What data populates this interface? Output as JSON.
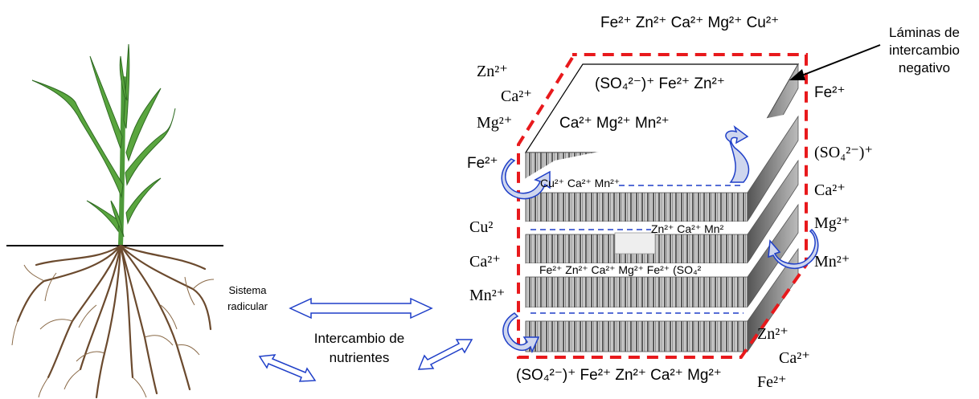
{
  "ions": {
    "top_row": "Fe²⁺ Zn²⁺ Ca²⁺ Mg²⁺ Cu²⁺",
    "left_zn": "Zn²⁺",
    "left_ca": "Ca²⁺",
    "left_mg": "Mg²⁺",
    "left_fe": "Fe²⁺",
    "left_cu": "Cu²",
    "left_ca2": "Ca²⁺",
    "left_mn": "Mn²⁺",
    "top_face_row1": "(SO₄²⁻)⁺   Fe²⁺    Zn²⁺",
    "top_face_row2": "Ca²⁺    Mg²⁺    Mn²⁺",
    "right_fe": "Fe²⁺",
    "right_so4": "(SO₄²⁻)⁺",
    "right_ca": "Ca²⁺",
    "right_mg": "Mg²⁺",
    "right_mn": "Mn²⁺",
    "right_zn": "Zn²⁺",
    "right_ca2": "Ca²⁺",
    "right_fe2": "Fe²⁺",
    "gap1": "Cu²⁺ Ca²⁺ Mn²⁺",
    "gap2": "Zn²⁺ Ca²⁺ Mn²",
    "gap3": "Fe²⁺ Zn²⁺ Ca²⁺ Mg²⁺ Fe²⁺ (SO₄²",
    "bottom_row": "(SO₄²⁻)⁺ Fe²⁺  Zn²⁺ Ca²⁺ Mg²⁺"
  },
  "labels": {
    "laminas_line1": "Láminas de",
    "laminas_line2": "intercambio",
    "laminas_line3": "negativo",
    "sistema_line1": "Sistema",
    "sistema_line2": "radicular",
    "intercambio_line1": "Intercambio de",
    "intercambio_line2": "nutrientes"
  },
  "colors": {
    "dashed_outline": "#e8191c",
    "exchange_arrow": "#1f3fc8",
    "plant_leaf": "#4e9a3a",
    "root": "#6b4a2e"
  }
}
